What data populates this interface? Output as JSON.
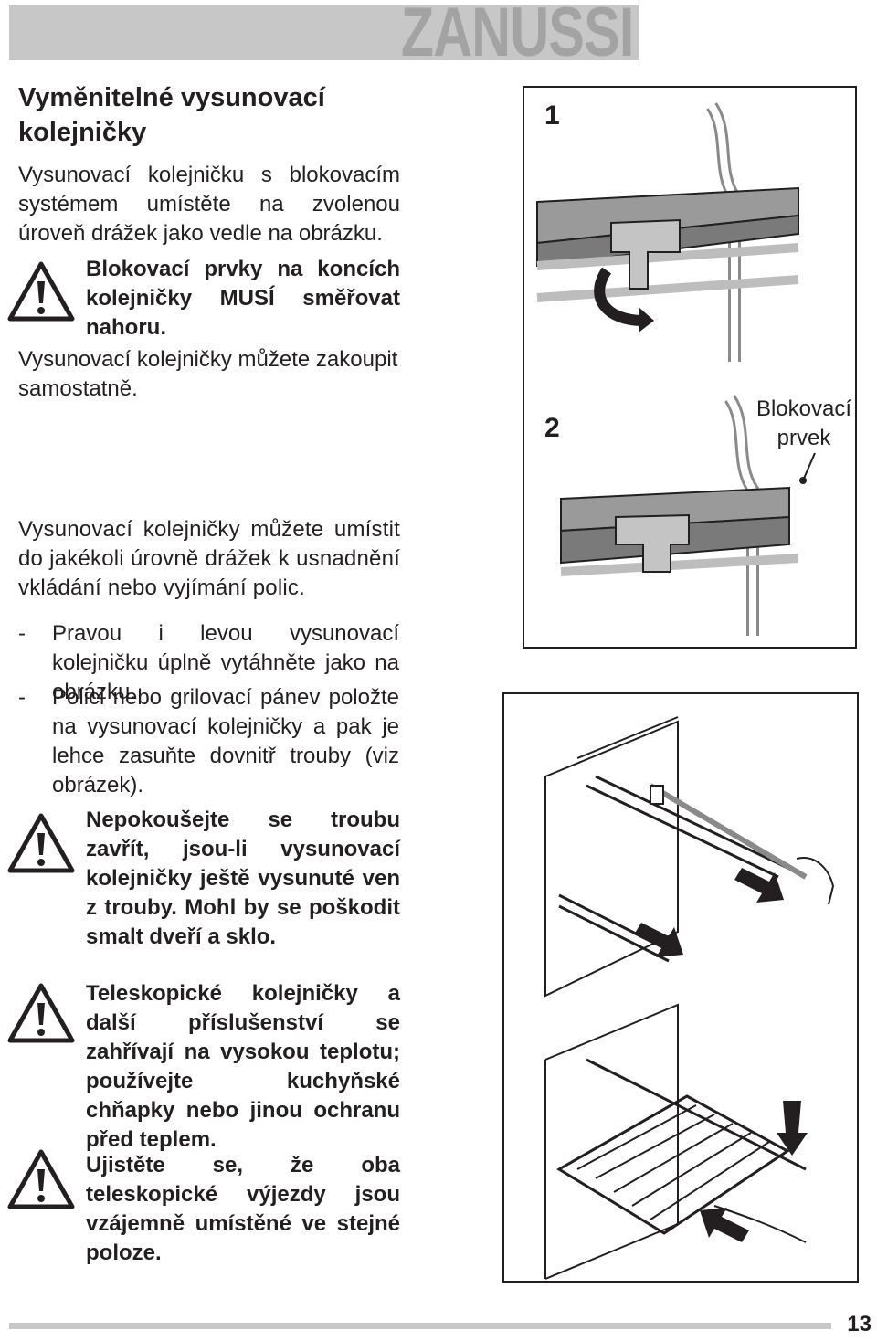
{
  "header": {
    "brand": "ZANUSSI"
  },
  "section": {
    "title": "Vyměnitelné vysunovací kolejničky"
  },
  "paragraphs": {
    "p1": "Vysunovací kolejničku s blokovacím systémem umístěte na zvolenou úroveň drážek jako vedle na obrázku.",
    "p2": "Vysunovací kolejničky můžete zakoupit samostatně.",
    "p3": "Vysunovací kolejničky můžete umístit do jakékoli úrovně drážek k usnadnění vkládání nebo vyjímání polic."
  },
  "bullets": [
    {
      "dash": "-",
      "text": "Pravou i levou vysunovací kolejničku úplně vytáhněte jako na obrázku."
    },
    {
      "dash": "-",
      "text": "Polici nebo grilovací pánev položte na vysunovací kolejničky a pak je lehce zasuňte dovnitř trouby (viz obrázek)."
    }
  ],
  "warnings": [
    {
      "icon": "warning-triangle-icon",
      "text": "Blokovací prvky na koncích kolejničky MUSÍ směřovat nahoru."
    },
    {
      "icon": "warning-triangle-icon",
      "text": "Nepokoušejte se troubu zavřít, jsou-li vysunovací kolejničky ještě vysunuté ven z trouby. Mohl by se poškodit smalt dveří a sklo."
    },
    {
      "icon": "warning-triangle-icon",
      "text": "Teleskopické kolejničky a další příslušenství se zahřívají na vysokou teplotu; používejte kuchyňské chňapky nebo jinou ochranu před teplem."
    },
    {
      "icon": "warning-triangle-icon",
      "text": "Ujistěte se, že oba teleskopické výjezdy jsou vzájemně umístěné ve stejné poloze."
    }
  ],
  "figure1": {
    "step1": "1",
    "step2": "2",
    "label": "Blokovací prvek"
  },
  "footer": {
    "page": "13"
  },
  "colors": {
    "bar_gray": "#c7c7c7",
    "text": "#231f20"
  }
}
